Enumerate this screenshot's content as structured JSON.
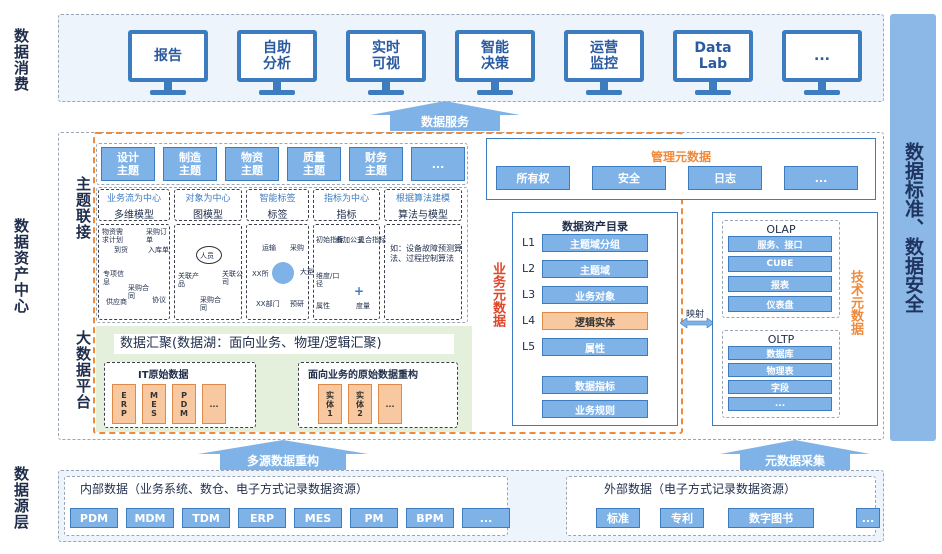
{
  "side_labels": {
    "consumption": "数据消费",
    "asset_center": "数据资产中心",
    "topic_link": "主题联接",
    "big_data": "大数据平台",
    "source": "数据源层",
    "standard_security": "数据标准、数据安全"
  },
  "consumption": {
    "monitors": [
      "报告",
      "自助\n分析",
      "实时\n可视",
      "智能\n决策",
      "运营\n监控",
      "Data\nLab",
      "..."
    ],
    "service_label": "数据服务"
  },
  "topics": {
    "boxes": [
      "设计\n主题",
      "制造\n主题",
      "物资\n主题",
      "质量\n主题",
      "财务\n主题",
      "..."
    ],
    "models": [
      {
        "title": "业务流为中心",
        "name": "多维模型"
      },
      {
        "title": "对象为中心",
        "name": "图模型"
      },
      {
        "title": "智能标签",
        "name": "标签"
      },
      {
        "title": "指标为中心",
        "name": "指标"
      },
      {
        "title": "根据算法建模",
        "name": "算法与模型"
      }
    ],
    "sketch": {
      "m1": [
        "物资需求计划",
        "采购订单",
        "到货",
        "入库单",
        "专项信息",
        "采购合同",
        "供应商",
        "协议"
      ],
      "m2": [
        "人员",
        "关联产品",
        "关联公司",
        "采购合同"
      ],
      "m3": [
        "运输",
        "采购",
        "XX所",
        "XX部门",
        "预研",
        "大型"
      ],
      "m4": [
        "初始指标",
        "叠加公式",
        "复合指标",
        "维度/口径",
        "属性",
        "度量"
      ],
      "m5": "如：设备故障预测算法、过程控制算法"
    }
  },
  "lake": {
    "title": "数据汇聚(数据湖：面向业务、物理/逻辑汇聚)",
    "it_title": "IT原始数据",
    "it_items": [
      "E\nR\nP",
      "M\nE\nS",
      "P\nD\nM",
      "..."
    ],
    "biz_title": "面向业务的原始数据重构",
    "biz_items": [
      "实\n体\n1",
      "实\n体\n2",
      "..."
    ]
  },
  "meta": {
    "mgmt_title": "管理元数据",
    "mgmt_items": [
      "所有权",
      "安全",
      "日志",
      "..."
    ],
    "biz_label": "业务元数据",
    "catalog_title": "数据资产目录",
    "levels": [
      {
        "level": "L1",
        "name": "主题域分组"
      },
      {
        "level": "L2",
        "name": "主题域"
      },
      {
        "level": "L3",
        "name": "业务对象"
      },
      {
        "level": "L4",
        "name": "逻辑实体"
      },
      {
        "level": "L5",
        "name": "属性"
      }
    ],
    "extra": [
      "数据指标",
      "业务规则"
    ],
    "map_label": "映射",
    "tech_label": "技术元数据",
    "olap_title": "OLAP",
    "olap_items": [
      "服务、接口",
      "CUBE",
      "报表",
      "仪表盘"
    ],
    "oltp_title": "OLTP",
    "oltp_items": [
      "数据库",
      "物理表",
      "字段",
      "..."
    ]
  },
  "arrows": {
    "left": "多源数据重构",
    "right": "元数据采集"
  },
  "sources": {
    "internal_title": "内部数据（业务系统、数仓、电子方式记录数据资源）",
    "internal_items": [
      "PDM",
      "MDM",
      "TDM",
      "ERP",
      "MES",
      "PM",
      "BPM",
      "..."
    ],
    "external_title": "外部数据（电子方式记录数据资源）",
    "external_items": [
      "标准",
      "专利",
      "数字图书",
      "..."
    ]
  },
  "colors": {
    "accent": "#3e7cc0",
    "box": "#7fb3e8",
    "orange": "#f08a3a",
    "panel": "#eef4fb",
    "green": "#e5f0dc"
  }
}
